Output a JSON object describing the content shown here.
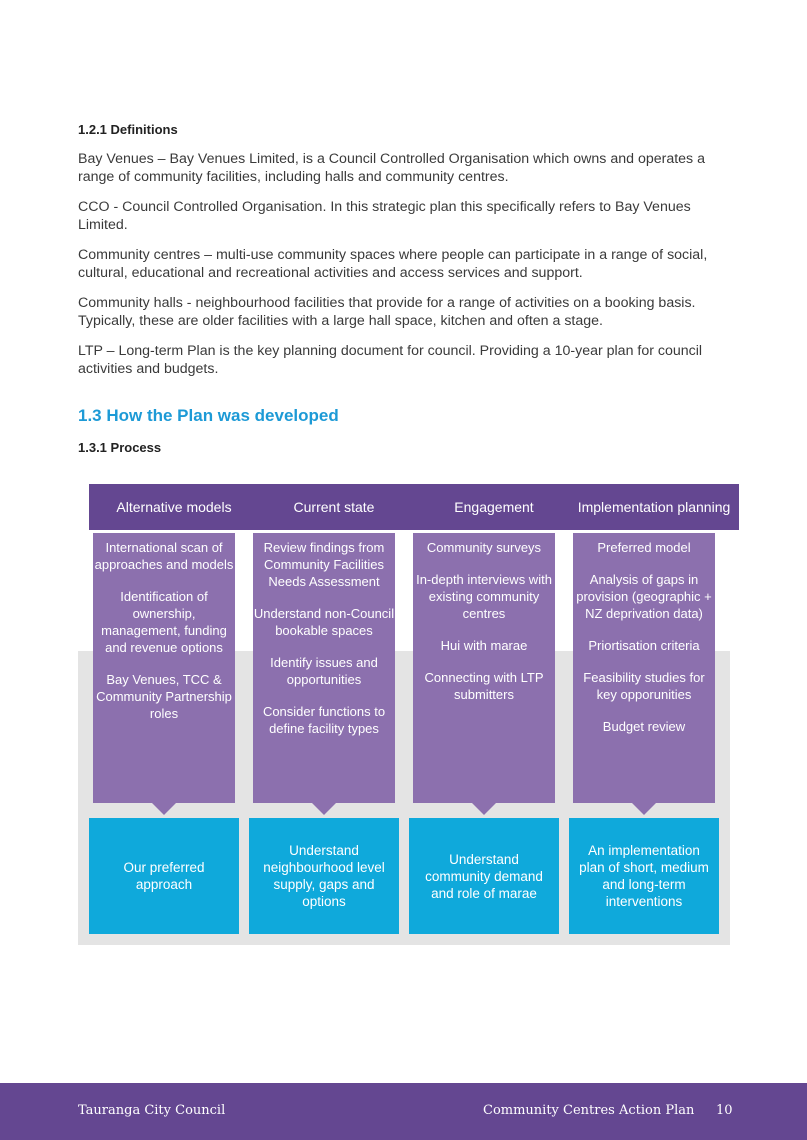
{
  "definitions": {
    "heading": "1.2.1 Definitions",
    "paragraphs": [
      "Bay Venues – Bay Venues Limited, is a Council Controlled Organisation which owns and operates a range of community facilities, including halls and community centres.",
      "CCO - Council Controlled Organisation. In this strategic plan this specifically refers to Bay Venues Limited.",
      "Community centres – multi-use community spaces where people can participate in a range of social, cultural, educational and recreational activities and access services and support.",
      "Community halls - neighbourhood facilities that provide for a range of activities on a booking basis. Typically, these are older facilities with a large hall space, kitchen and often a stage.",
      "LTP – Long-term Plan is the key planning document for council. Providing a 10-year plan for council activities and budgets."
    ]
  },
  "plan_section": {
    "heading": "1.3 How the Plan was developed",
    "subheading": "1.3.1 Process"
  },
  "process": {
    "columns": [
      {
        "title": "Alternative models",
        "items": [
          "International scan of approaches and models",
          "Identification of ownership, management, funding and revenue options",
          "Bay Venues, TCC & Community Partnership roles"
        ],
        "outcome": "Our preferred approach"
      },
      {
        "title": "Current state",
        "items": [
          "Review findings from Community Facilities Needs Assessment",
          "Understand non-Council bookable spaces",
          "Identify issues and opportunities",
          "Consider functions to define facility types"
        ],
        "outcome": "Understand neighbourhood level supply, gaps and options"
      },
      {
        "title": "Engagement",
        "items": [
          "Community surveys",
          "In-depth interviews with existing community centres",
          "Hui with marae",
          "Connecting with LTP submitters"
        ],
        "outcome": "Understand community demand and role of marae"
      },
      {
        "title": "Implementation planning",
        "items": [
          "Preferred model",
          "Analysis of gaps in provision (geographic + NZ deprivation data)",
          "Priortisation criteria",
          "Feasibility studies for key opporunities",
          "Budget review"
        ],
        "outcome": "An implementation plan of short, medium and long-term interventions"
      }
    ]
  },
  "footer": {
    "left": "Tauranga City Council",
    "right": "Community Centres Action Plan",
    "page": "10"
  },
  "colors": {
    "header_purple": "#644791",
    "body_purple": "#8c70ae",
    "outcome_blue": "#0fa9db",
    "heading_blue": "#1d9ad6"
  }
}
